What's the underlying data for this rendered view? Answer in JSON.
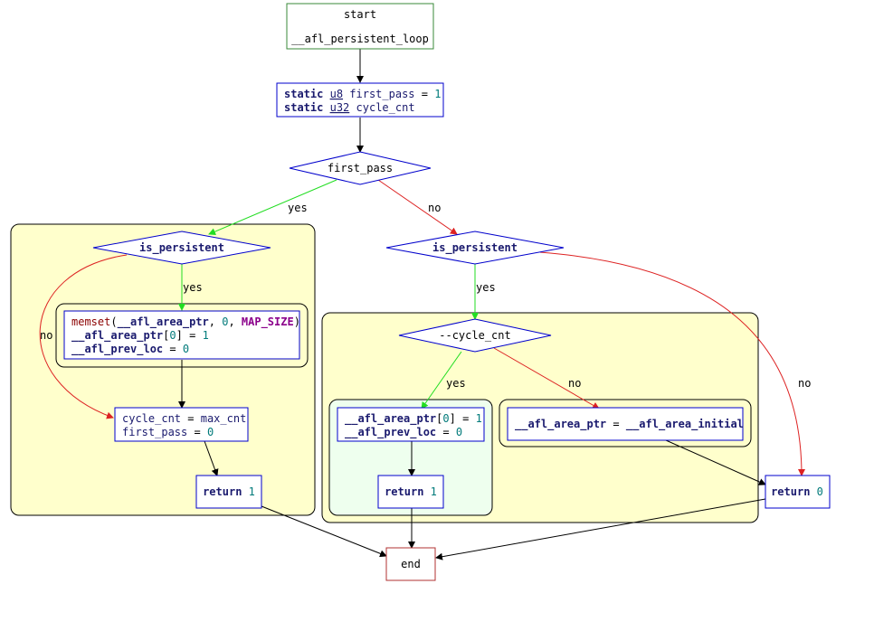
{
  "nodes": {
    "start": {
      "title": "start",
      "subtitle": "__afl_persistent_loop"
    },
    "init": {
      "line1": {
        "kw": "static",
        "type": "u8",
        "var": "first_pass",
        "op": "=",
        "val": "1"
      },
      "line2": {
        "kw": "static",
        "type": "u32",
        "var": "cycle_cnt"
      }
    },
    "first_pass_decision": "first_pass",
    "is_persistent_left": "is_persistent",
    "is_persistent_right": "is_persistent",
    "memset": {
      "fn": "memset",
      "open": "(",
      "arg1": "__afl_area_ptr",
      "sep1": ", ",
      "arg2": "0",
      "sep2": ", ",
      "arg3": "MAP_SIZE",
      "close": ")",
      "line2_var": "__afl_area_ptr",
      "line2_bracket_open": "[",
      "line2_idx": "0",
      "line2_bracket_close": "]",
      "line2_op": "=",
      "line2_val": "1",
      "line3_var": "__afl_prev_loc",
      "line3_op": "=",
      "line3_val": "0"
    },
    "assign_cycle": {
      "line1_var": "cycle_cnt",
      "line1_op": "=",
      "line1_val": "max_cnt",
      "line2_var": "first_pass",
      "line2_op": "=",
      "line2_val": "0"
    },
    "return1_left": {
      "kw": "return",
      "val": "1"
    },
    "cycle_decision": "--cycle_cnt",
    "reset_ptr": {
      "line1_var": "__afl_area_ptr",
      "line1_bracket_open": "[",
      "line1_idx": "0",
      "line1_bracket_close": "]",
      "line1_op": "=",
      "line1_val": "1",
      "line2_var": "__afl_prev_loc",
      "line2_op": "=",
      "line2_val": "0"
    },
    "restore_ptr": {
      "var1": "__afl_area_ptr",
      "op": "=",
      "var2": "__afl_area_initial"
    },
    "return1_mid": {
      "kw": "return",
      "val": "1"
    },
    "return0": {
      "kw": "return",
      "val": "0"
    },
    "end": "end"
  },
  "edge_labels": {
    "fp_yes": "yes",
    "fp_no": "no",
    "ipl_yes": "yes",
    "ipl_no": "no",
    "ipr_yes": "yes",
    "ipr_no": "no",
    "cyc_yes": "yes",
    "cyc_no": "no"
  },
  "colors": {
    "cluster_yellow": "#ffffcc",
    "cluster_green": "#eeffee",
    "start_border": "#3a8a3a",
    "box_border": "#0000cc",
    "end_border": "#b03030",
    "edge_yes": "#22dd22",
    "edge_no": "#dd2222",
    "edge_default": "#000000"
  }
}
